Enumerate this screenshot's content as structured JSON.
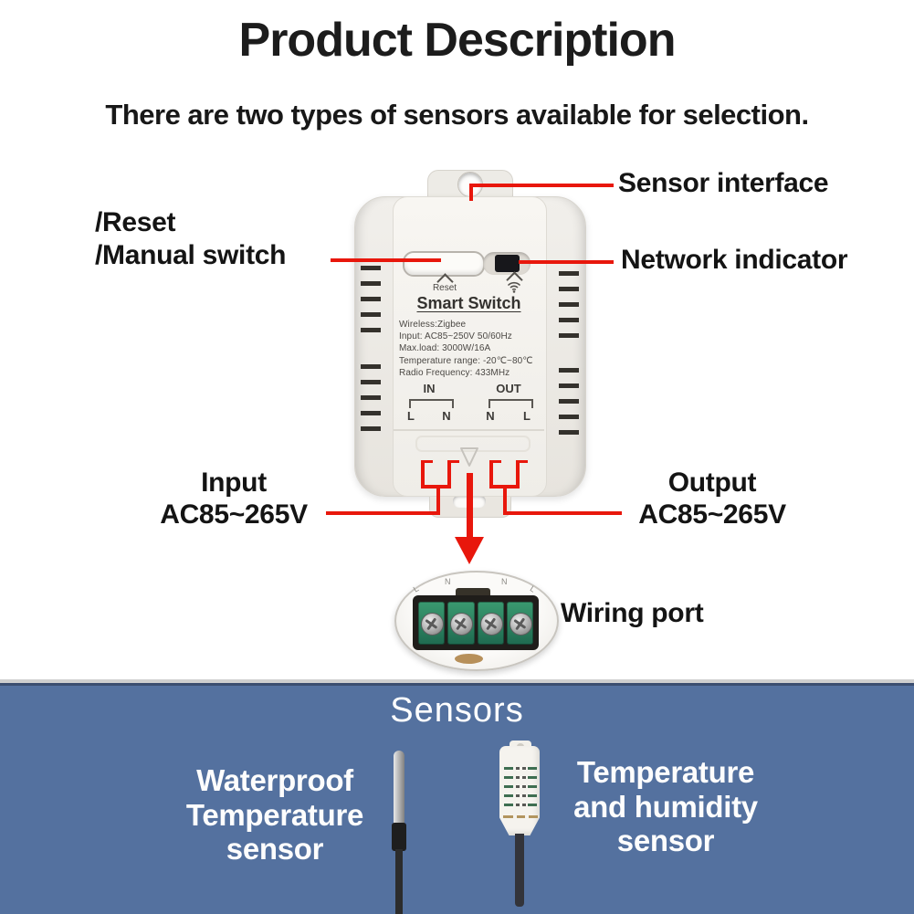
{
  "header": {
    "title": "Product Description",
    "subtitle": "There are two types of sensors available for selection."
  },
  "callouts": {
    "sensor_interface": "Sensor interface",
    "reset": "/Reset",
    "manual_switch": "/Manual switch",
    "network_indicator": "Network indicator",
    "input_label": "Input",
    "input_voltage": "AC85~265V",
    "output_label": "Output",
    "output_voltage": "AC85~265V",
    "wiring_port": "Wiring port"
  },
  "device": {
    "reset_label": "Reset",
    "name": "Smart Switch",
    "specs": [
      "Wireless:Zigbee",
      "Input: AC85~250V 50/60Hz",
      "Max.load: 3000W/16A",
      "Temperature range: -20℃~80℃",
      "Radio Frequency: 433MHz"
    ],
    "in_label": "IN",
    "out_label": "OUT",
    "terminals": [
      "L",
      "N",
      "N",
      "L"
    ],
    "wiring_rim_terminals": [
      "L",
      "N",
      "N",
      "L"
    ]
  },
  "icons": {
    "reset_caret": "caret-up-icon",
    "network_caret": "caret-up-icon",
    "network": "wifi-icon",
    "open_cover": "chevron-down-triangle-icon"
  },
  "sensors_section": {
    "heading": "Sensors",
    "left_sensor_lines": [
      "Waterproof",
      "Temperature",
      "sensor"
    ],
    "right_sensor_lines": [
      "Temperature",
      "and humidity",
      "sensor"
    ]
  },
  "colors": {
    "accent_red": "#e8170c",
    "section_blue": "#54719f",
    "terminal_green": "#2f8f6e"
  }
}
